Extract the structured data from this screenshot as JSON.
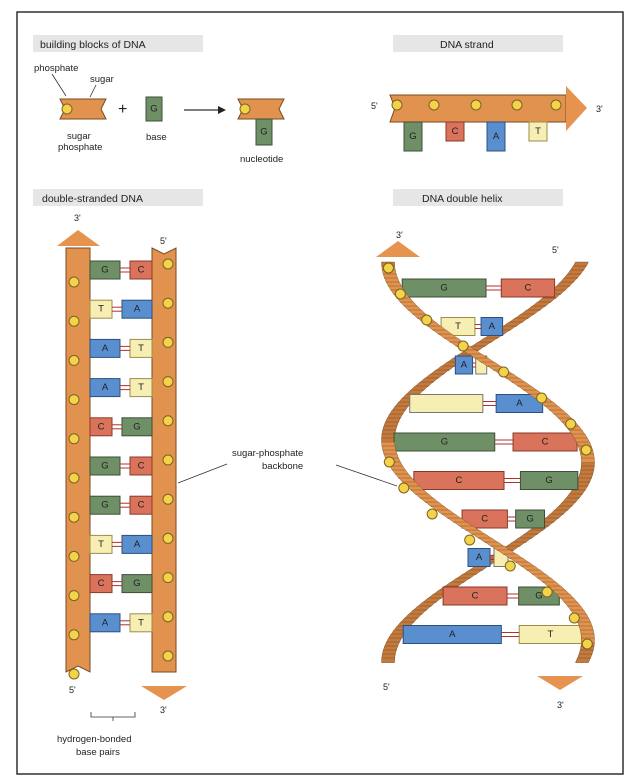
{
  "colors": {
    "backbone": "#e0924e",
    "phosphate": "#f4d34a",
    "G": "#6f8f66",
    "C": "#d9735c",
    "A": "#5a8fcf",
    "T": "#f7eeb4"
  },
  "panels": {
    "building_blocks": {
      "title": "building blocks of DNA",
      "phosphate": "phosphate",
      "sugar": "sugar",
      "sugar_phosphate_1": "sugar",
      "sugar_phosphate_2": "phosphate",
      "plus": "+",
      "base_letter": "G",
      "base": "base",
      "nucleotide_letter": "G",
      "nucleotide": "nucleotide"
    },
    "strand": {
      "title": "DNA strand",
      "end5": "5'",
      "end3": "3'",
      "bases": [
        "G",
        "C",
        "A",
        "T"
      ]
    },
    "double_stranded": {
      "title": "double-stranded DNA",
      "top3": "3'",
      "top5": "5'",
      "bottom5": "5'",
      "bottom3": "3'",
      "pairs": [
        [
          "G",
          "C"
        ],
        [
          "T",
          "A"
        ],
        [
          "A",
          "T"
        ],
        [
          "A",
          "T"
        ],
        [
          "C",
          "G"
        ],
        [
          "G",
          "C"
        ],
        [
          "G",
          "C"
        ],
        [
          "T",
          "A"
        ],
        [
          "C",
          "G"
        ],
        [
          "A",
          "T"
        ]
      ],
      "hbond_label_1": "hydrogen-bonded",
      "hbond_label_2": "base pairs"
    },
    "helix": {
      "title": "DNA double helix",
      "top3": "3'",
      "top5": "5'",
      "bottom5": "5'",
      "bottom3": "3'",
      "pairs": [
        [
          "G",
          "C"
        ],
        [
          "T",
          "A"
        ],
        [
          "A",
          ""
        ],
        [
          "",
          "A"
        ],
        [
          "G",
          "C"
        ],
        [
          "C",
          "G"
        ],
        [
          "C",
          "G"
        ],
        [
          "A",
          ""
        ],
        [
          "C",
          "G"
        ],
        [
          "A",
          "T"
        ]
      ]
    },
    "backbone_label_1": "sugar-phosphate",
    "backbone_label_2": "backbone"
  }
}
